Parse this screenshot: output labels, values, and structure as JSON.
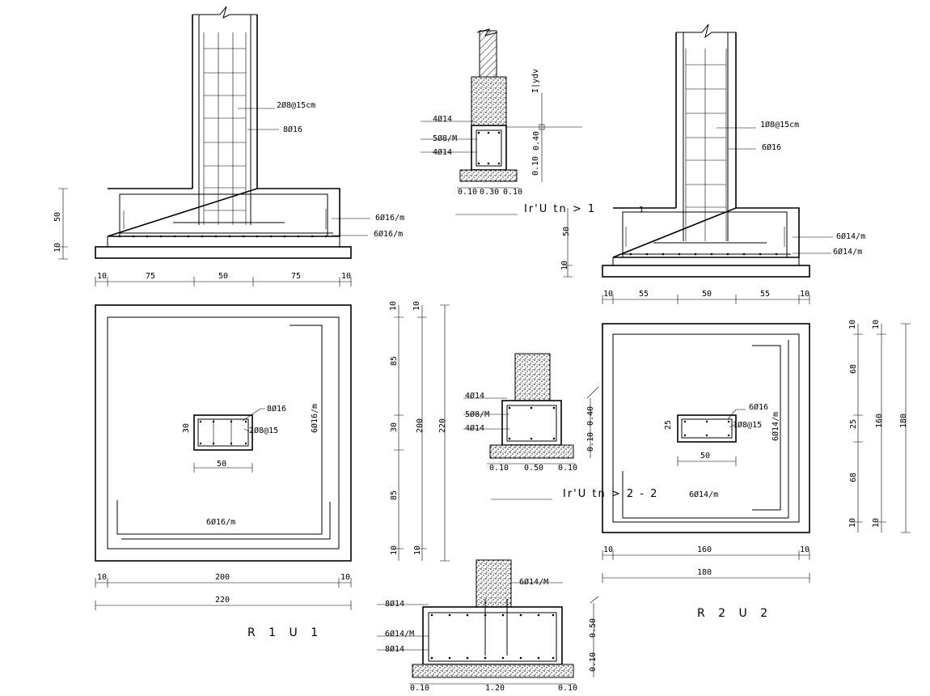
{
  "labels": {
    "f1_stirrup": "2Ø8@15cm",
    "f1_bars": "8Ø16",
    "f1_top": "6Ø16/m",
    "f1_bottom": "6Ø16/m",
    "f1_h50": "50",
    "f1_h10": "10",
    "f1_d10a": "10",
    "f1_d75a": "75",
    "f1_d50": "50",
    "f1_d75b": "75",
    "f1_d10b": "10",
    "sec1_top": "4Ø14",
    "sec1_mid": "5Ø8/M",
    "sec1_bot": "4Ø14",
    "sec1_h": "0.40",
    "sec1_h2": "0.10",
    "sec1_b1": "0.10",
    "sec1_b2": "0.30",
    "sec1_b3": "0.10",
    "sec1_vlabel": "I|ydv",
    "sec1_title": "Ir'U   tn > 1",
    "sec1_num": "1",
    "f2_stirrup": "1Ø8@15cm",
    "f2_bars": "6Ø16",
    "f2_top": "6Ø14/m",
    "f2_bottom": "6Ø14/m",
    "f2_h50": "50",
    "f2_h10": "10",
    "f2_d10a": "10",
    "f2_d55a": "55",
    "f2_d50": "50",
    "f2_d55b": "55",
    "f2_d10b": "10",
    "p1_bars": "8Ø16",
    "p1_stir": "2Ø8@15",
    "p1_h30": "30",
    "p1_w50": "50",
    "p1_side": "6Ø16/m",
    "p1_bottom": "6Ø16/m",
    "p1_d10a": "10",
    "p1_d200": "200",
    "p1_d10b": "10",
    "p1_d220": "220",
    "p1_title": "R 1  U 1",
    "v_10a": "10",
    "v_10b": "10",
    "v_85a": "85",
    "v_30": "30",
    "v_85b": "85",
    "v_10c": "10",
    "v_10d": "10",
    "v_200": "200",
    "v_220": "220",
    "sec2_top": "4Ø14",
    "sec2_mid": "5Ø8/M",
    "sec2_bot": "4Ø14",
    "sec2_h": "0.40",
    "sec2_h2": "0.10",
    "sec2_b1": "0.10",
    "sec2_b2": "0.50",
    "sec2_b3": "0.10",
    "sec2_title": "Ir'U   tn > 2  -  2",
    "sec2_title_b": "6Ø14/m",
    "p2_bars": "6Ø16",
    "p2_stir": "1Ø8@15",
    "p2_h25": "25",
    "p2_w50": "50",
    "p2_side": "6Ø14/m",
    "p2_d10a": "10",
    "p2_d160": "160",
    "p2_d10b": "10",
    "p2_d180": "180",
    "p2_title": "R 2  U 2",
    "r_10a": "10",
    "r_10b": "10",
    "r_68a": "68",
    "r_25": "25",
    "r_68b": "68",
    "r_10c": "10",
    "r_10d": "10",
    "r_160": "160",
    "r_180": "180",
    "sec3_col": "6Ø14/M",
    "sec3_top": "8Ø14",
    "sec3_mid": "6Ø14/M",
    "sec3_bot": "8Ø14",
    "sec3_h": "0.50",
    "sec3_h2": "0.10",
    "sec3_b1": "0.10",
    "sec3_b2": "1.20",
    "sec3_b3": "0.10"
  }
}
